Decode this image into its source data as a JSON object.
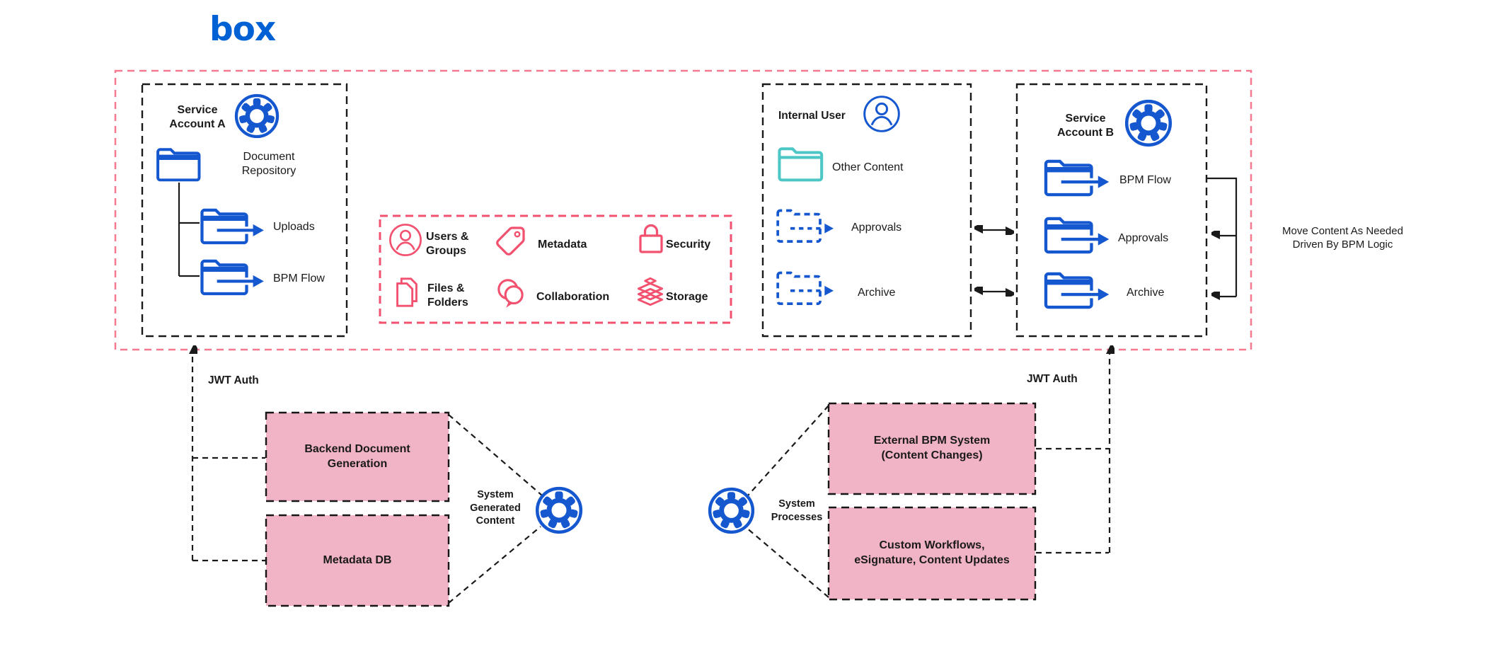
{
  "logo": {
    "text": "box"
  },
  "colors": {
    "box_blue": "#0061D5",
    "diagram_blue": "#1457CF",
    "teal": "#4DC6C6",
    "pink_accent": "#F2516F",
    "pink_fill": "#F1B3C6",
    "outer_dash": "#F5798F",
    "line": "#1A1A1A"
  },
  "service_account_a": {
    "title": "Service\nAccount A",
    "items": [
      {
        "icon": "folder-icon",
        "label": "Document\nRepository"
      },
      {
        "icon": "folder-arrow-icon",
        "label": "Uploads"
      },
      {
        "icon": "folder-arrow-icon",
        "label": "BPM Flow"
      }
    ]
  },
  "capabilities": {
    "items": [
      {
        "icon": "users-groups-icon",
        "label": "Users &\nGroups"
      },
      {
        "icon": "metadata-tag-icon",
        "label": "Metadata"
      },
      {
        "icon": "security-lock-icon",
        "label": "Security"
      },
      {
        "icon": "files-folders-icon",
        "label": "Files &\nFolders"
      },
      {
        "icon": "collaboration-icon",
        "label": "Collaboration"
      },
      {
        "icon": "storage-icon",
        "label": "Storage"
      }
    ]
  },
  "internal_user": {
    "title": "Internal User",
    "items": [
      {
        "icon": "teal-folder-icon",
        "label": "Other Content"
      },
      {
        "icon": "dashed-folder-icon",
        "label": "Approvals"
      },
      {
        "icon": "dashed-folder-icon",
        "label": "Archive"
      }
    ]
  },
  "service_account_b": {
    "title": "Service\nAccount B",
    "items": [
      {
        "icon": "folder-arrow-icon",
        "label": "BPM Flow"
      },
      {
        "icon": "folder-arrow-icon",
        "label": "Approvals"
      },
      {
        "icon": "folder-arrow-icon",
        "label": "Archive"
      }
    ]
  },
  "annotations": {
    "move_content": "Move Content As Needed\nDriven By BPM Logic",
    "jwt_auth_left": "JWT Auth",
    "jwt_auth_right": "JWT Auth",
    "system_generated_content": "System\nGenerated\nContent",
    "system_processes": "System\nProcesses"
  },
  "external_systems": {
    "backend_document_generation": "Backend Document\nGeneration",
    "metadata_db": "Metadata DB",
    "external_bpm_system": "External BPM System\n(Content Changes)",
    "custom_workflows": "Custom Workflows,\neSignature, Content Updates"
  }
}
